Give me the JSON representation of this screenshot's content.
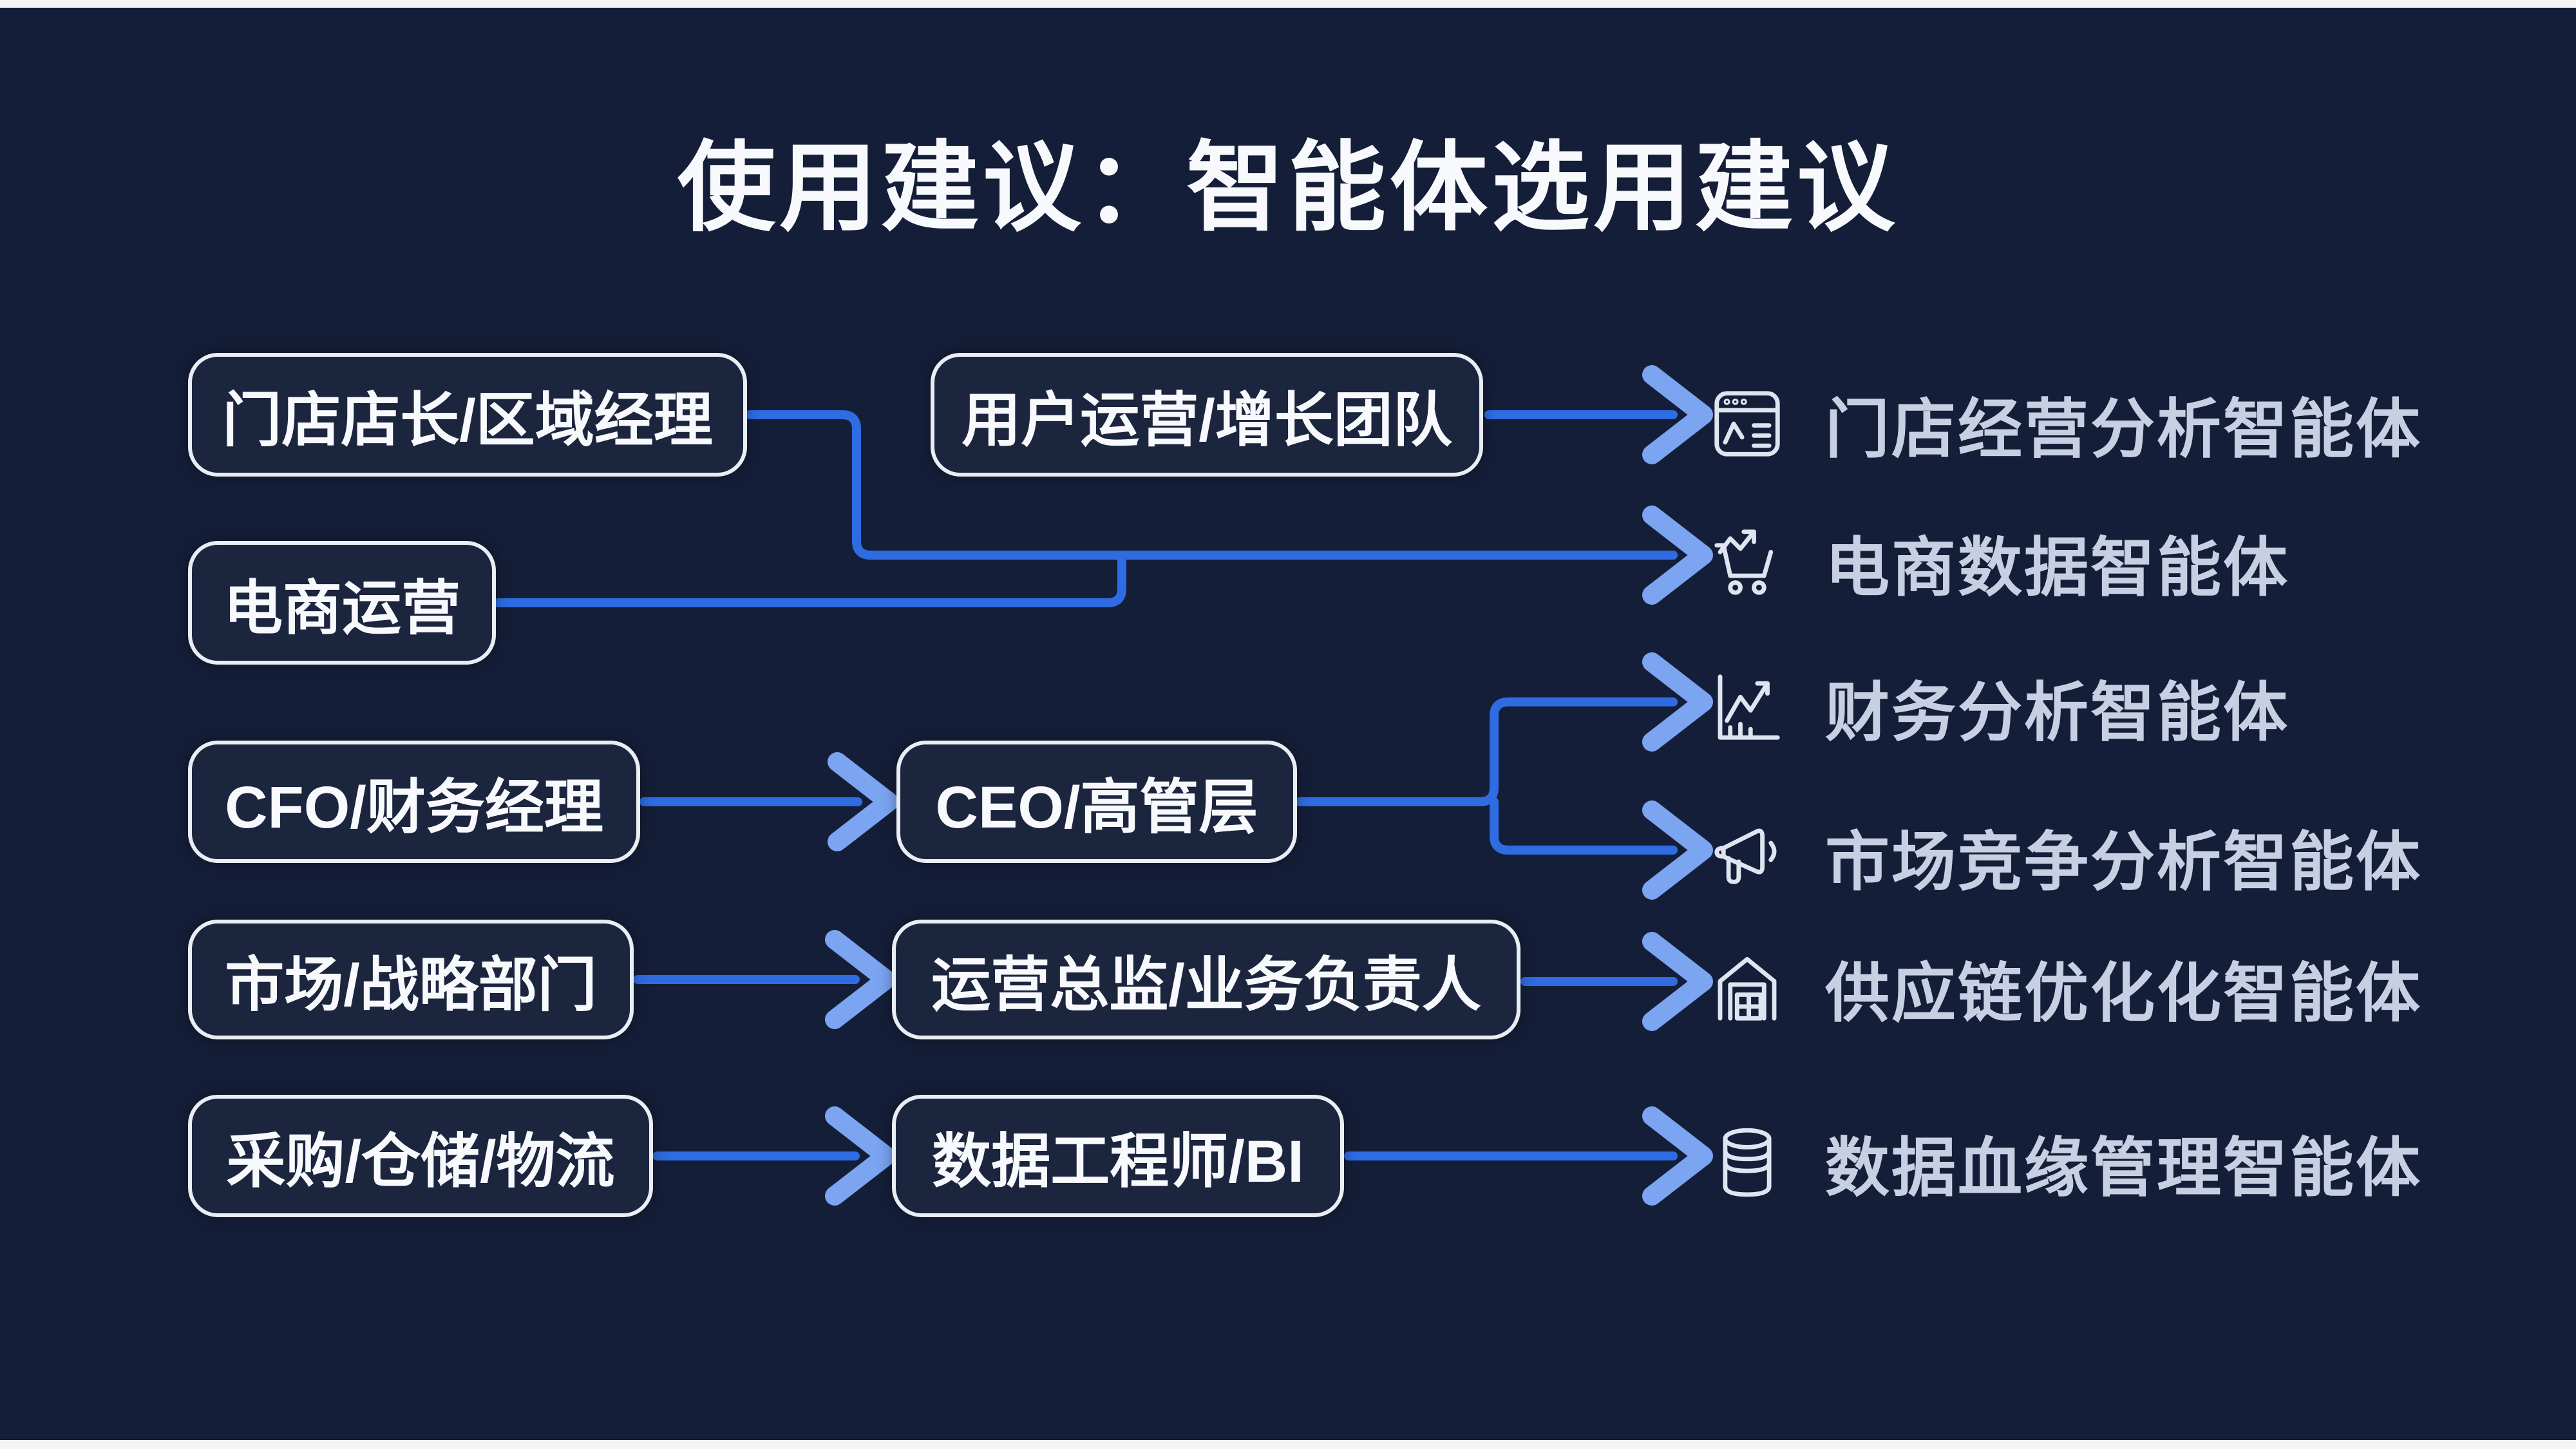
{
  "title": "使用建议：智能体选用建议",
  "colors": {
    "background": "#151e38",
    "connector_line": "#2f6ce2",
    "arrowhead": "#7ba4f1",
    "box_border": "#e9edf4",
    "box_text": "#f7f9fc",
    "agent_text": "#c7d0e2",
    "icon_stroke": "#dee5f0",
    "edge_strip": "#f4f4f2"
  },
  "roles": [
    {
      "label": "门店店长/区域经理"
    },
    {
      "label": "用户运营/增长团队"
    },
    {
      "label": "电商运营"
    },
    {
      "label": "CFO/财务经理"
    },
    {
      "label": "CEO/高管层"
    },
    {
      "label": "市场/战略部门"
    },
    {
      "label": "运营总监/业务负责人"
    },
    {
      "label": "采购/仓储/物流"
    },
    {
      "label": "数据工程师/BI"
    }
  ],
  "agents": [
    {
      "icon": "browser-chart-icon",
      "label": "门店经营分析智能体"
    },
    {
      "icon": "cart-trend-icon",
      "label": "电商数据智能体"
    },
    {
      "icon": "growth-chart-icon",
      "label": "财务分析智能体"
    },
    {
      "icon": "megaphone-icon",
      "label": "市场竞争分析智能体"
    },
    {
      "icon": "warehouse-icon",
      "label": "供应链优化化智能体"
    },
    {
      "icon": "database-icon",
      "label": "数据血缘管理智能体"
    }
  ],
  "connections": [
    {
      "from": "门店店长/区域经理",
      "to": "电商数据智能体"
    },
    {
      "from": "电商运营",
      "to": "电商数据智能体"
    },
    {
      "from": "用户运营/增长团队",
      "to": "门店经营分析智能体"
    },
    {
      "from": "CFO/财务经理",
      "to": "CEO/高管层"
    },
    {
      "from": "CEO/高管层",
      "to": "财务分析智能体"
    },
    {
      "from": "CEO/高管层",
      "to": "市场竞争分析智能体"
    },
    {
      "from": "市场/战略部门",
      "to": "运营总监/业务负责人"
    },
    {
      "from": "运营总监/业务负责人",
      "to": "供应链优化化智能体"
    },
    {
      "from": "采购/仓储/物流",
      "to": "数据工程师/BI"
    },
    {
      "from": "数据工程师/BI",
      "to": "数据血缘管理智能体"
    }
  ]
}
